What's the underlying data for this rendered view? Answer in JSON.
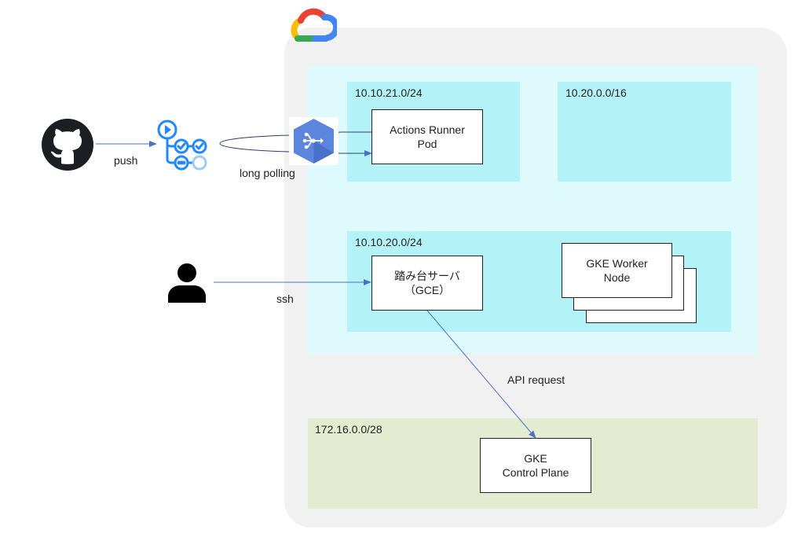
{
  "labels": {
    "push": "push",
    "long_polling": "long polling",
    "ssh": "ssh",
    "api_request": "API request"
  },
  "subnets": {
    "runner": "10.10.21.0/24",
    "pods": "10.20.0.0/16",
    "bastion": "10.10.20.0/24",
    "control_plane": "172.16.0.0/28"
  },
  "nodes": {
    "actions_runner": [
      "Actions Runner",
      "Pod"
    ],
    "bastion": [
      "踏み台サーバ",
      "（GCE）"
    ],
    "gke_worker": [
      "GKE Worker",
      "Node"
    ],
    "gke_control": [
      "GKE",
      "Control Plane"
    ]
  },
  "icons": {
    "github": "github-icon",
    "actions": "github-actions-icon",
    "pubsub": "cloud-pubsub-icon",
    "user": "user-icon",
    "gcp": "google-cloud-icon"
  },
  "colors": {
    "arrow": "#4b73c2",
    "vpc": "#dffafc",
    "subnet": "#b3f2f7",
    "control_net": "#e3ebd0",
    "gcp_frame": "#f1f1f1",
    "actions_blue": "#2188ff",
    "pubsub_blue": "#5c85de"
  }
}
